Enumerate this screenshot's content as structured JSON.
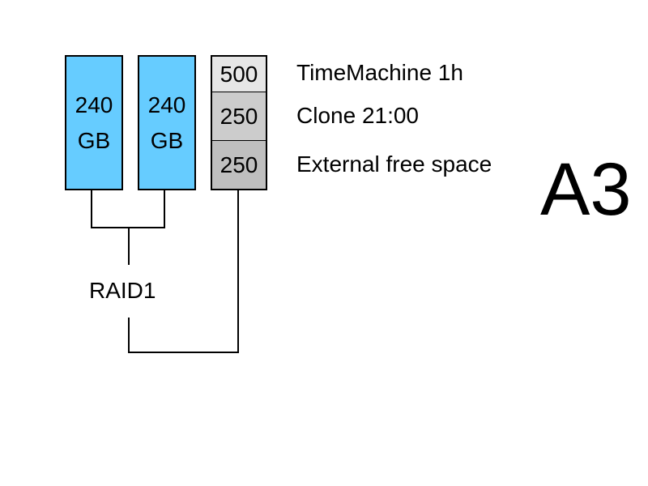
{
  "colors": {
    "raid_disk": "#66ccff",
    "timemachine": "#e6e6e6",
    "clone": "#cccccc",
    "free_space": "#bfbfbf",
    "line": "#000000"
  },
  "disks": [
    {
      "capacity": "240",
      "unit": "GB"
    },
    {
      "capacity": "240",
      "unit": "GB"
    }
  ],
  "external": {
    "segments": [
      {
        "size": "500",
        "label": "TimeMachine 1h"
      },
      {
        "size": "250",
        "label": "Clone 21:00"
      },
      {
        "size": "250",
        "label": "External free space"
      }
    ]
  },
  "raid_label": "RAID1",
  "config_label": "A3"
}
